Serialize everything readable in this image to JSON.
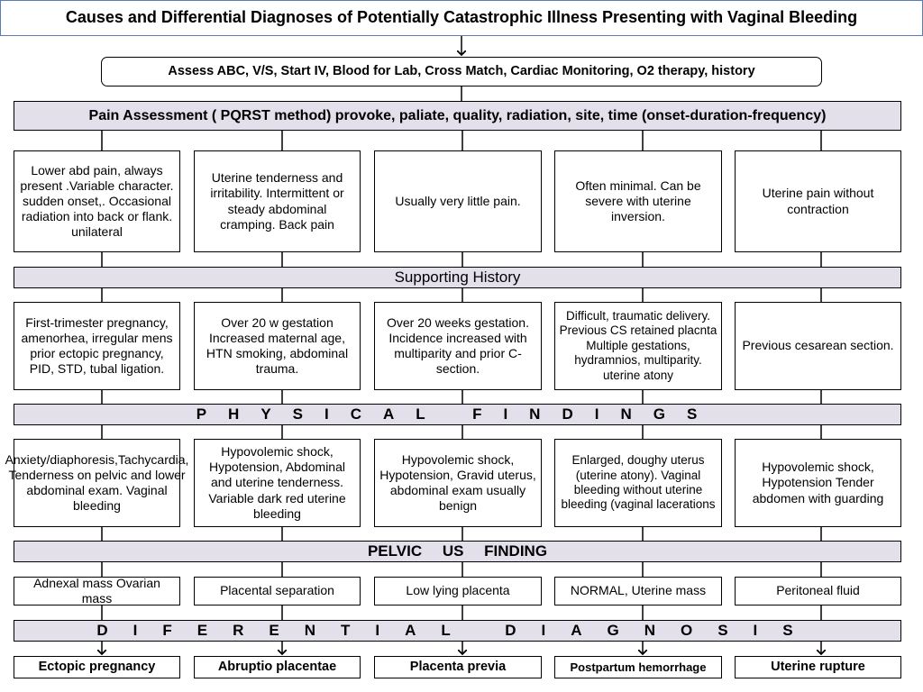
{
  "title": "Causes and Differential Diagnoses of Potentially Catastrophic Illness Presenting with Vaginal Bleeding",
  "assess": "Assess ABC, V/S, Start IV, Blood for Lab, Cross Match, Cardiac Monitoring, O2 therapy, history",
  "pain_header": "Pain Assessment ( PQRST method) provoke, paliate, quality, radiation, site, time (onset-duration-frequency)",
  "pain": [
    "Lower abd pain, always present .Variable character. sudden onset,. Occasional radiation into back or flank. unilateral",
    "Uterine tenderness and irritability. Intermittent or steady abdominal cramping. Back pain",
    "Usually very little pain.",
    "Often minimal. Can be severe with uterine inversion.",
    "Uterine pain without contraction"
  ],
  "history_header": "Supporting History",
  "history": [
    "First-trimester pregnancy, amenorhea, irregular mens prior ectopic pregnancy, PID, STD, tubal ligation.",
    "Over 20 w gestation Increased maternal age, HTN smoking, abdominal trauma.",
    "Over 20 weeks gestation. Incidence increased with multiparity and prior C-section.",
    "Difficult, traumatic delivery. Previous CS retained placnta Multiple gestations, hydramnios, multiparity. uterine atony",
    "Previous cesarean section."
  ],
  "physical_header": "PHYSICAL FINDINGS",
  "physical": [
    "Anxiety/diaphoresis,Tachycardia, Tenderness on pelvic and lower abdominal exam. Vaginal bleeding",
    "Hypovolemic shock, Hypotension, Abdominal and uterine tenderness. Variable dark red uterine bleeding",
    "Hypovolemic shock, Hypotension, Gravid uterus, abdominal exam usually benign",
    "Enlarged, doughy uterus (uterine atony). Vaginal bleeding without uterine bleeding (vaginal lacerations",
    "Hypovolemic shock, Hypotension Tender abdomen with guarding"
  ],
  "pelvic_header": "PELVIC US FINDING",
  "pelvic": [
    "Adnexal mass Ovarian mass",
    "Placental separation",
    "Low lying placenta",
    "NORMAL, Uterine mass",
    "Peritoneal fluid"
  ],
  "diff_header": "DIFERENTIAL DIAGNOSIS",
  "diagnoses": [
    "Ectopic pregnancy",
    "Abruptio placentae",
    "Placenta previa",
    "Postpartum hemorrhage",
    "Uterine rupture"
  ]
}
